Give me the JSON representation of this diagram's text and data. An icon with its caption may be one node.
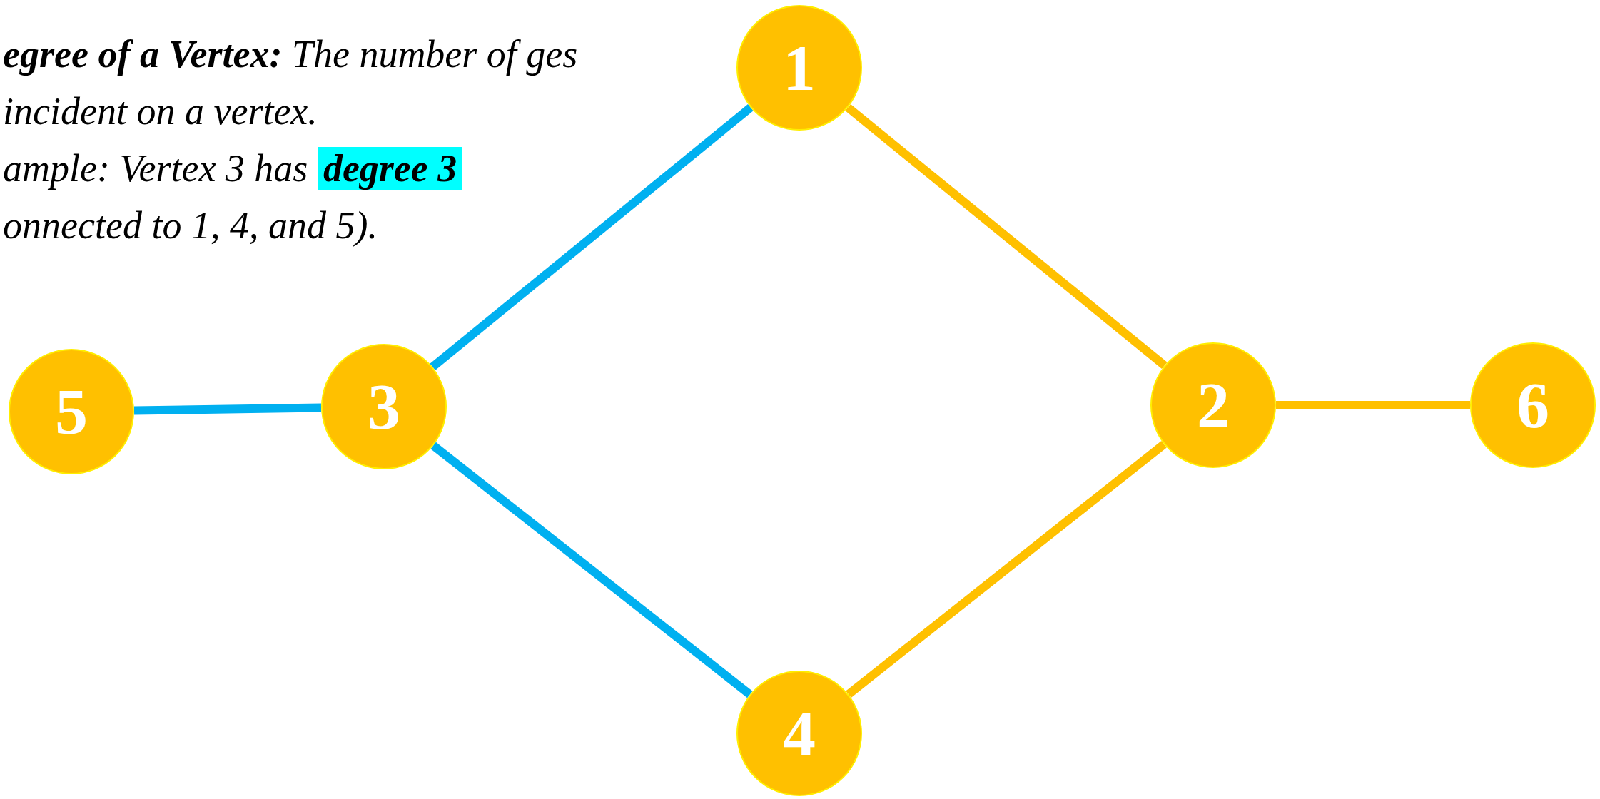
{
  "diagram": {
    "nodes": [
      {
        "text": [
          "1"
        ]
      },
      {
        "text": [
          "2"
        ]
      },
      {
        "text": [
          "3"
        ]
      },
      {
        "text": [
          "4"
        ]
      },
      {
        "text": [
          "5"
        ]
      },
      {
        "text": [
          "6"
        ]
      }
    ],
    "edges": [
      {
        "from": 2,
        "to": 0,
        "arrow": "none",
        "color": "#00b0f0"
      },
      {
        "from": 0,
        "to": 1,
        "arrow": "none",
        "color": "#ffc000"
      },
      {
        "from": 4,
        "to": 2,
        "arrow": "none",
        "color": "#00b0f0"
      },
      {
        "from": 1,
        "to": 5,
        "arrow": "none",
        "color": "#ffc000"
      },
      {
        "from": 2,
        "to": 3,
        "arrow": "none",
        "color": "#00b0f0"
      },
      {
        "from": 3,
        "to": 1,
        "arrow": "none",
        "color": "#ffc000"
      }
    ],
    "labels": [
      "**egree of a Vertex:** The number of ges incident on a vertex.",
      "ample: Vertex 3 has **degree 3** onnected to 1, 4, and 5)."
    ]
  }
}
